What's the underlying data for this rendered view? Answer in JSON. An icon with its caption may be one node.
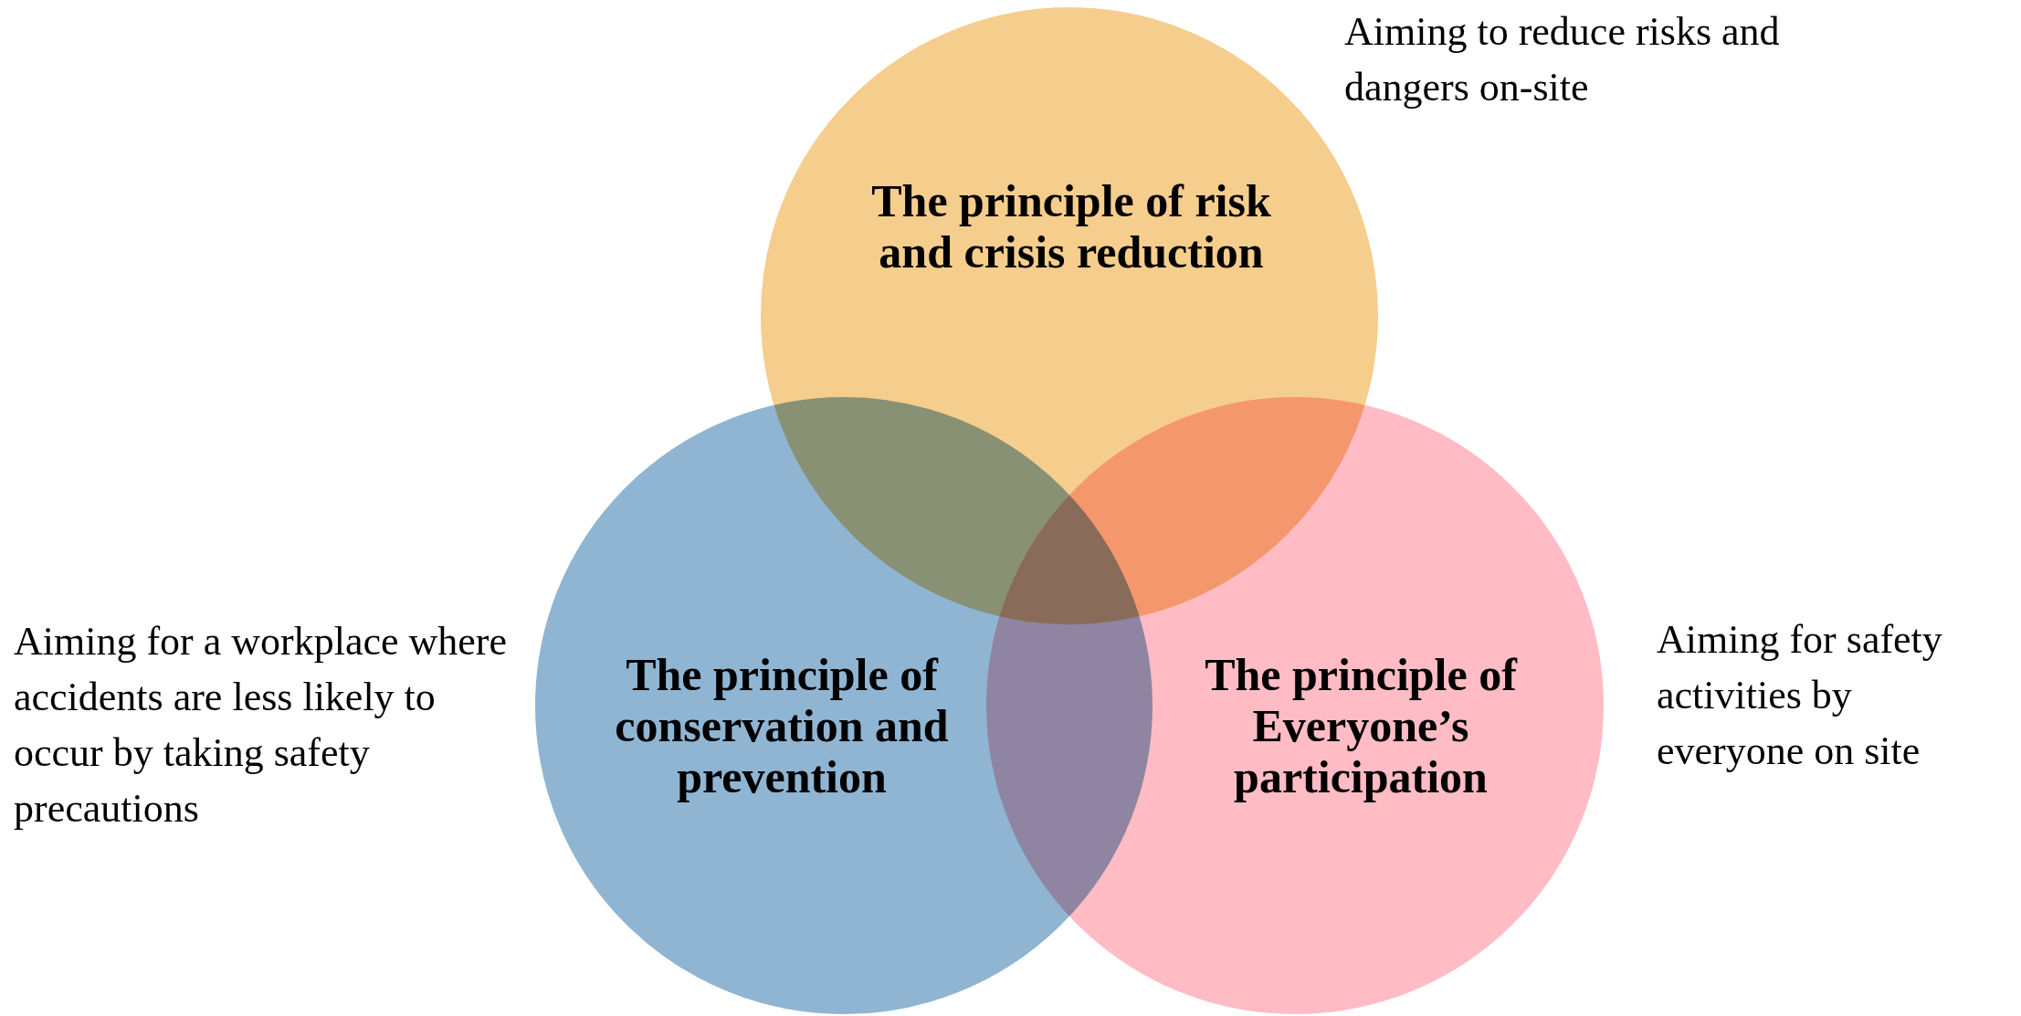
{
  "diagram": {
    "nodes": [
      {
        "text": [
          "The principle of risk and crisis reduction"
        ],
        "beside": [
          "Aiming to reduce risks and dangers on-site"
        ]
      },
      {
        "text": [
          "The principle of conservation and prevention"
        ],
        "beside": [
          "Aiming for a workplace where accidents are less likely to occur by taking safety precautions"
        ]
      },
      {
        "text": [
          "The principle of Everyone’s participation"
        ],
        "beside": [
          "Aiming for safety activities by everyone on site"
        ]
      }
    ]
  }
}
